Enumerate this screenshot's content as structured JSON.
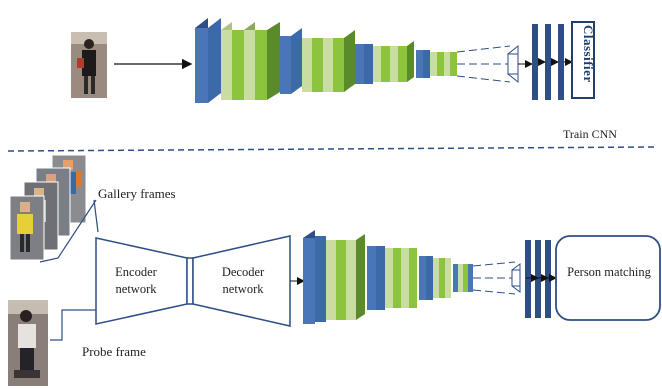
{
  "labels": {
    "train_cnn": "Train CNN",
    "gallery_frames": "Gallery frames",
    "probe_frame": "Probe frame",
    "encoder_network": "Encoder network",
    "decoder_network": "Decoder network",
    "classifier": "Classifier",
    "person_matching": "Person matching"
  },
  "colors": {
    "blue": "#4a76b8",
    "dark_blue": "#2d4f86",
    "light_green": "#c9dca2",
    "green": "#8cc43e",
    "navy": "#1f3f6e",
    "dashed_line": "#2d4f86"
  }
}
